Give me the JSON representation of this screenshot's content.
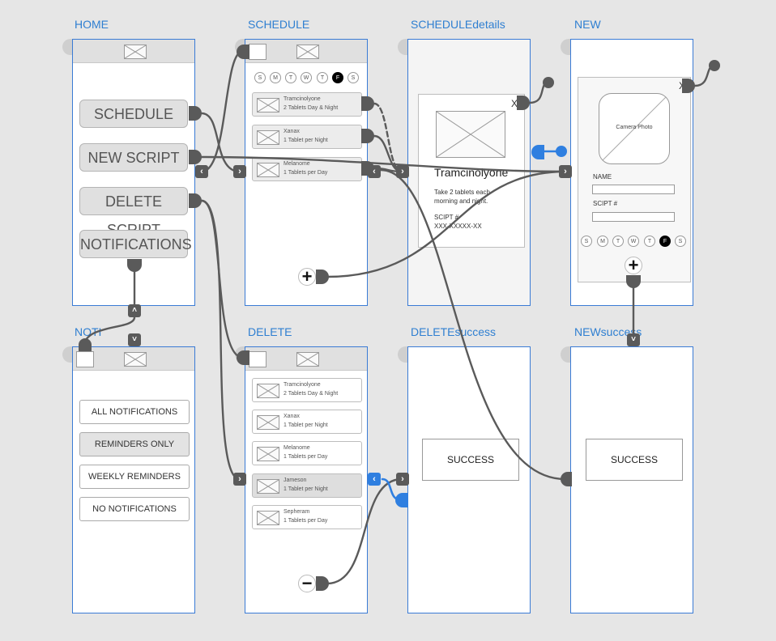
{
  "boards": {
    "home": {
      "label": "HOME",
      "buttons": [
        "SCHEDULE",
        "NEW SCRIPT",
        "DELETE SCRIPT",
        "NOTIFICATIONS"
      ]
    },
    "schedule": {
      "label": "SCHEDULE",
      "days": [
        "S",
        "M",
        "T",
        "W",
        "T",
        "F",
        "S"
      ],
      "meds": [
        {
          "name": "Tramcinolyone",
          "dose": "2 Tablets Day & Night"
        },
        {
          "name": "Xanax",
          "dose": "1 Tablet per Night"
        },
        {
          "name": "Melanome",
          "dose": "1 Tablets per Day"
        }
      ],
      "add_glyph": "+"
    },
    "details": {
      "label": "SCHEDULEdetails",
      "close": "X",
      "title": "Tramcinolyone",
      "desc": "Take 2 tablets each morning and night.",
      "script_label": "SCIPT #",
      "script_value": "XXX-XXXXX-XX"
    },
    "new": {
      "label": "NEW",
      "close": "X",
      "photo_label": "Camera Photo",
      "name_label": "NAME",
      "script_label": "SCIPT #",
      "days": [
        "S",
        "M",
        "T",
        "W",
        "T",
        "F",
        "S"
      ],
      "add_glyph": "+"
    },
    "noti": {
      "label": "NOTI",
      "options": [
        "ALL NOTIFICATIONS",
        "REMINDERS ONLY",
        "WEEKLY REMINDERS",
        "NO NOTIFICATIONS"
      ]
    },
    "delete": {
      "label": "DELETE",
      "meds": [
        {
          "name": "Tramcinolyone",
          "dose": "2 Tablets Day & Night"
        },
        {
          "name": "Xanax",
          "dose": "1 Tablet per Night"
        },
        {
          "name": "Melanome",
          "dose": "1 Tablets per Day"
        },
        {
          "name": "Jameson",
          "dose": "1 Tablet per Night"
        },
        {
          "name": "Sepheram",
          "dose": "1 Tablets per Day"
        }
      ],
      "remove_glyph": "−"
    },
    "delete_success": {
      "label": "DELETEsuccess",
      "message": "SUCCESS"
    },
    "new_success": {
      "label": "NEWsuccess",
      "message": "SUCCESS"
    }
  },
  "colors": {
    "background": "#e6e6e6",
    "board_border": "#3a7bd5",
    "label": "#2f7fd1",
    "wire": "#5a5a5a",
    "wire_active": "#2f7fe0"
  },
  "icons": [
    "image-placeholder-icon",
    "chevron-right-icon",
    "chevron-left-icon",
    "chevron-up-icon",
    "chevron-down-icon",
    "plus-icon",
    "minus-icon",
    "close-icon",
    "connector-knob-icon"
  ]
}
